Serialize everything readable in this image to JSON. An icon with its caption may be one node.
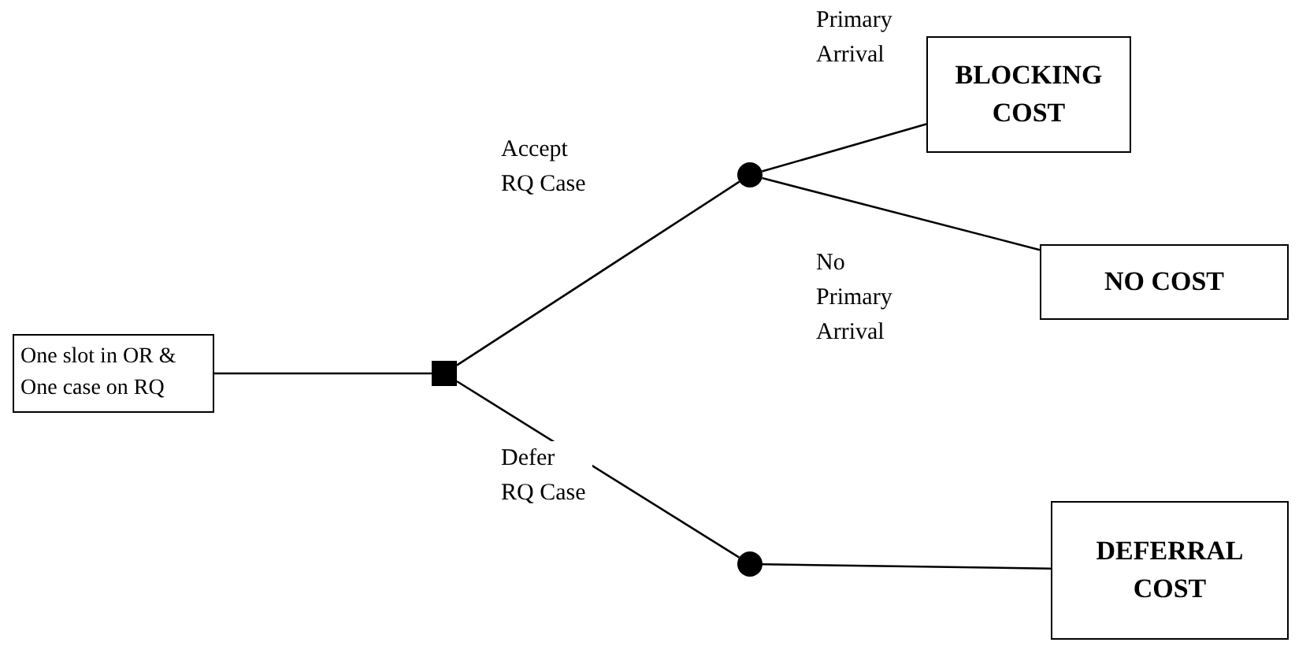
{
  "diagram": {
    "nodes": [
      {
        "text": [
          "One slot in OR & One case on RQ"
        ]
      },
      {
        "text": [],
        "shape": "box"
      },
      {
        "text": [],
        "shape": "circle"
      },
      {
        "text": [],
        "shape": "circle"
      },
      {
        "text": [
          "BLOCKING COST"
        ]
      },
      {
        "text": [
          "NO COST"
        ]
      },
      {
        "text": [
          "DEFERRAL COST"
        ]
      }
    ],
    "edges": [
      {
        "from": 0,
        "to": 1,
        "arrow": "none"
      },
      {
        "from": 1,
        "to": 2,
        "arrow": "none",
        "label": "Accept RQ Case"
      },
      {
        "from": 1,
        "to": 3,
        "arrow": "none",
        "label": "Defer RQ Case"
      },
      {
        "from": 2,
        "to": 4,
        "arrow": "none",
        "label": "Primary Arrival"
      },
      {
        "from": 2,
        "to": 5,
        "arrow": "none",
        "label": "No Primary Arrival"
      },
      {
        "from": 3,
        "to": 6,
        "arrow": "none"
      }
    ]
  }
}
